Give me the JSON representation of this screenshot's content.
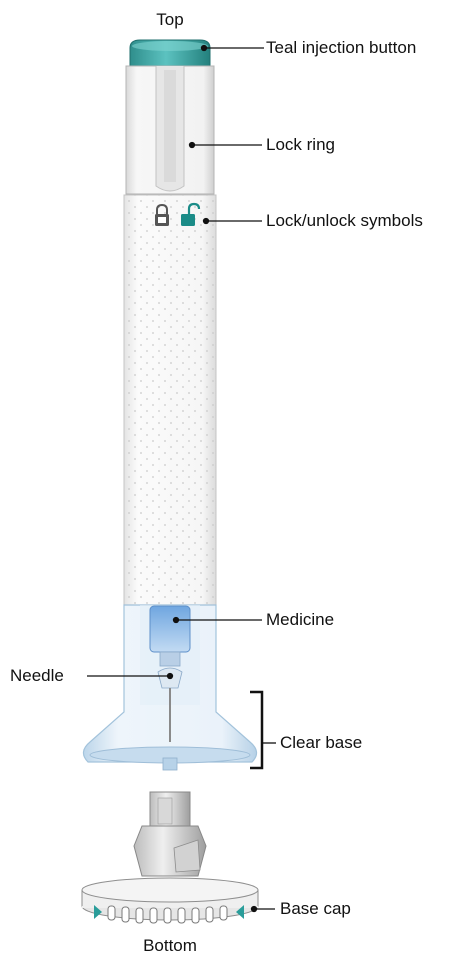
{
  "end_labels": {
    "top": "Top",
    "bottom": "Bottom"
  },
  "callouts": {
    "injection_button": "Teal injection button",
    "lock_ring": "Lock ring",
    "lock_symbols": "Lock/unlock symbols",
    "medicine": "Medicine",
    "needle": "Needle",
    "clear_base": "Clear base",
    "base_cap": "Base cap"
  },
  "colors": {
    "teal": "#2a9d9a",
    "medicine_blue": "#8fb8e8",
    "clear_plastic": "#d6e8f5",
    "body_white": "#f8f8f8",
    "body_gray": "#e0e0e0",
    "leader_line": "#111111"
  }
}
